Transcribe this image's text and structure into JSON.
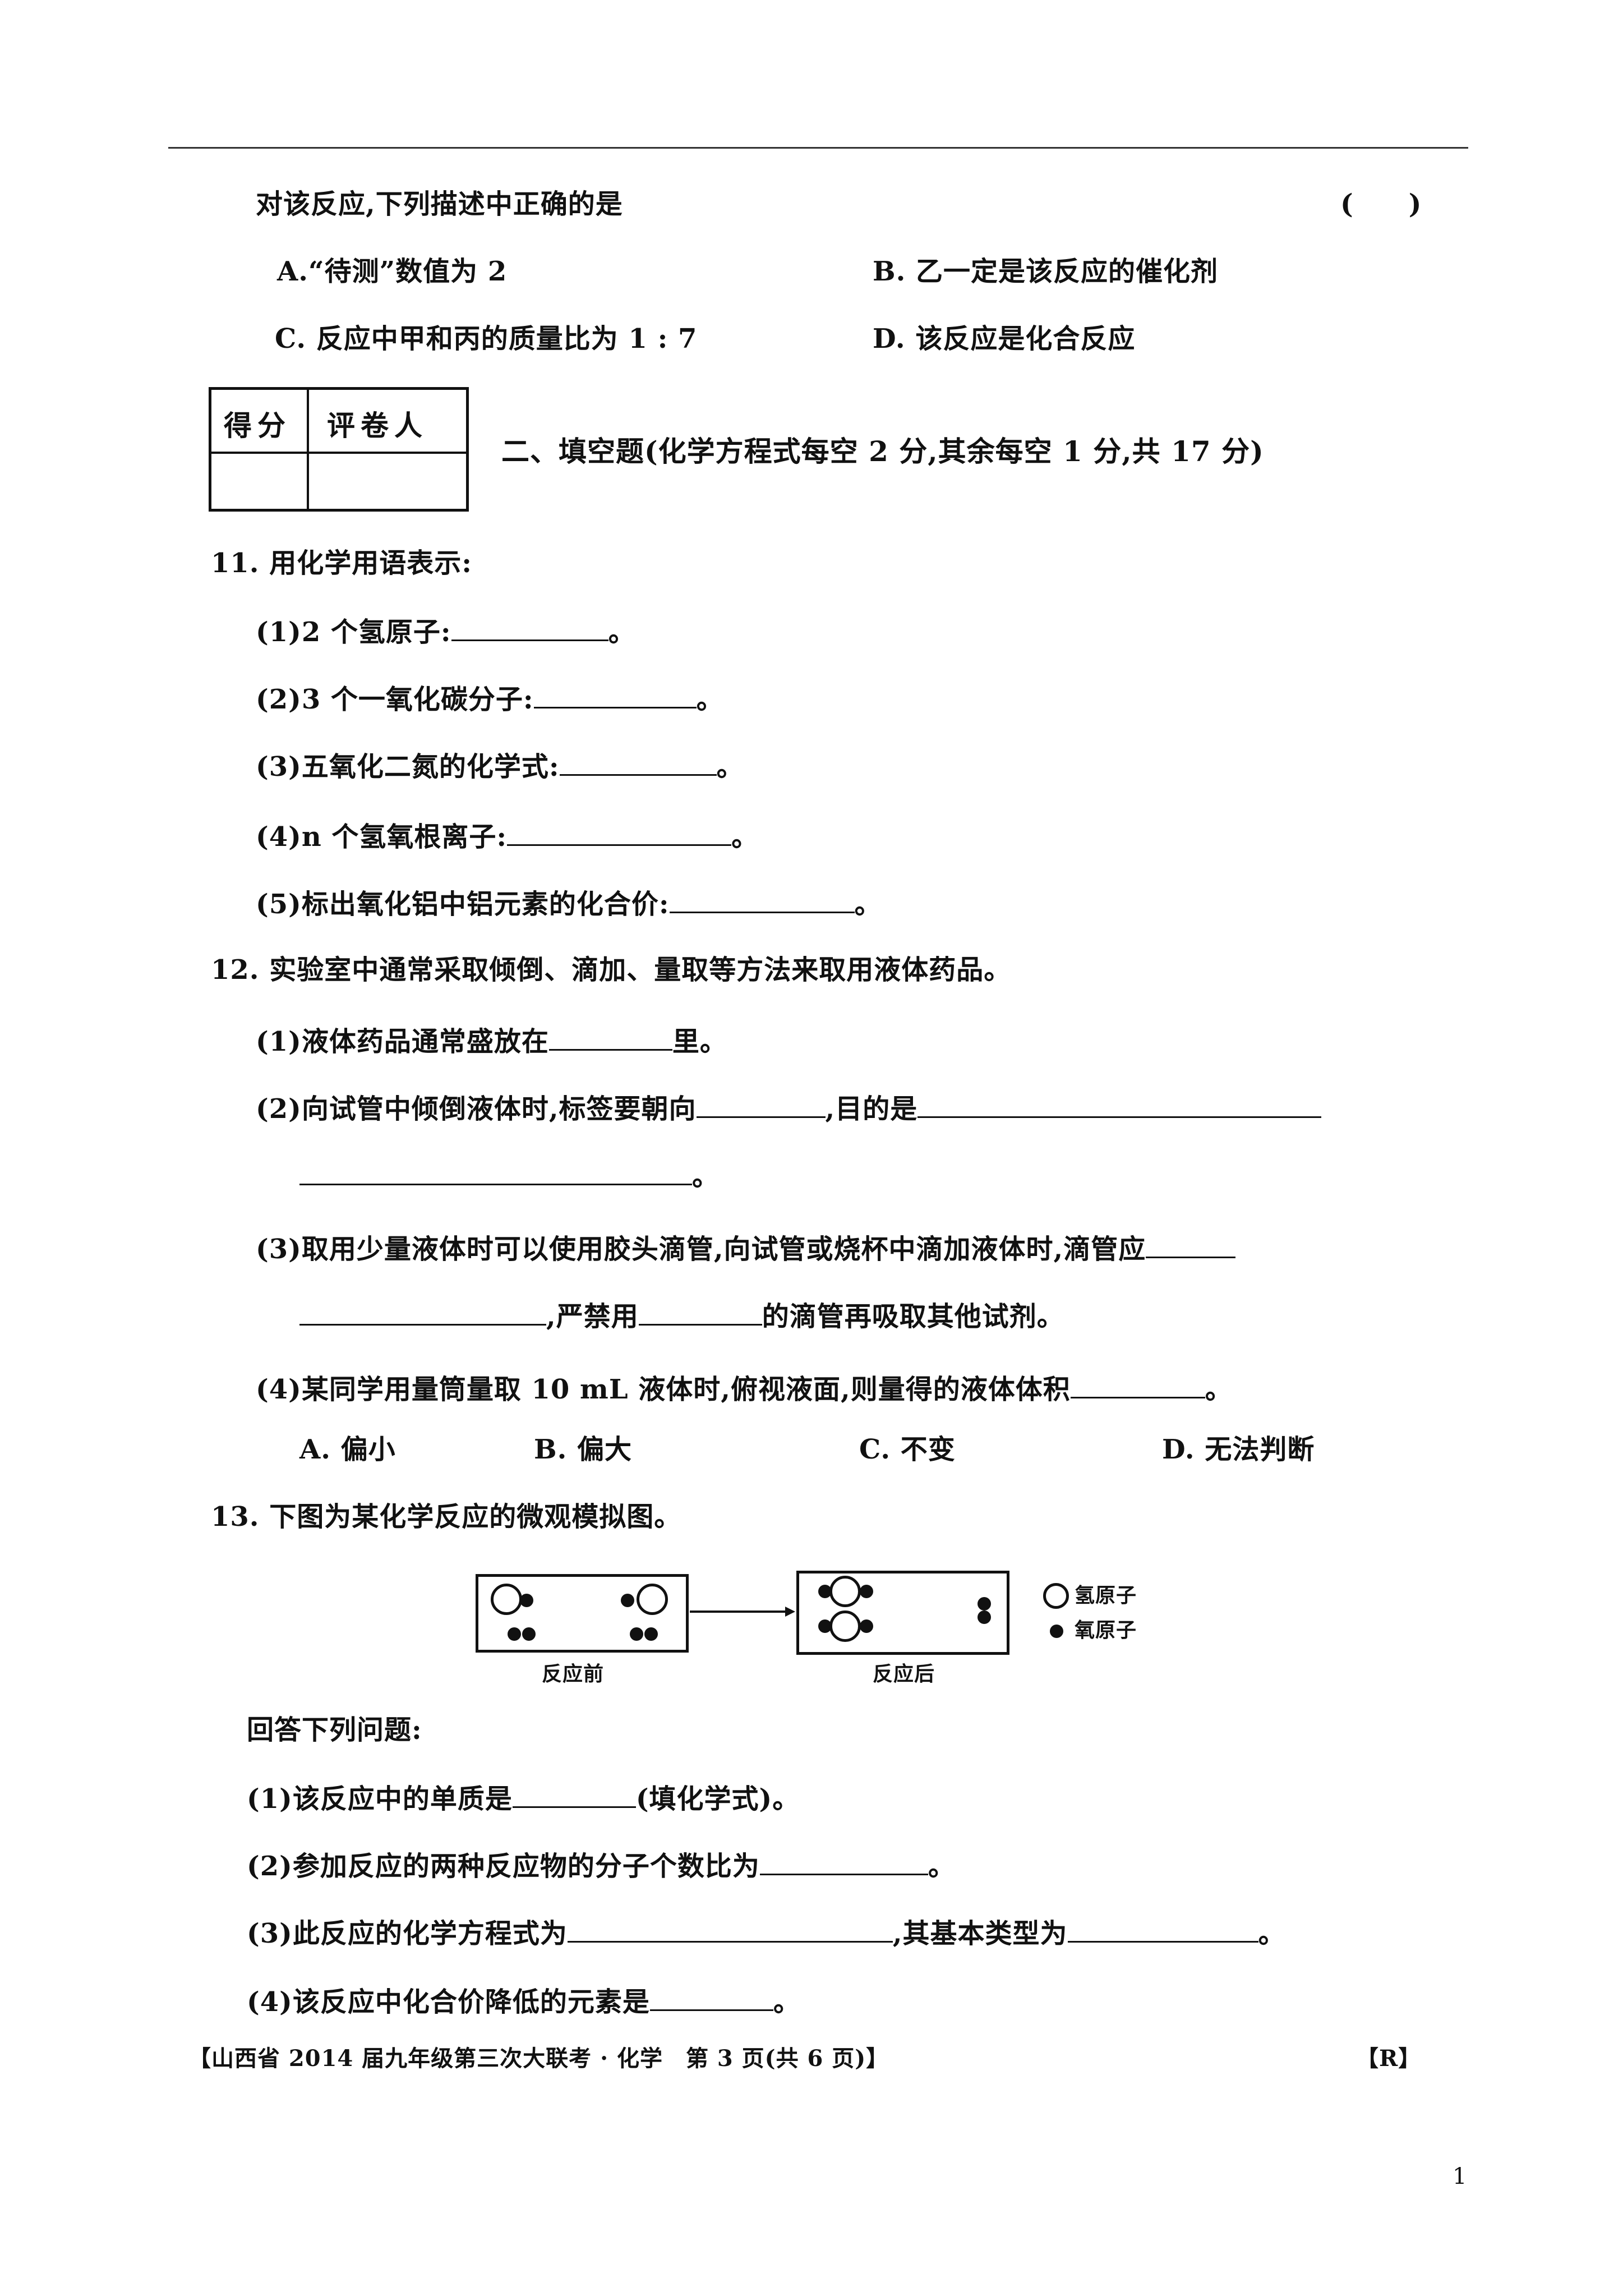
{
  "q10": {
    "stem": "对该反应,下列描述中正确的是",
    "paren": "(　　)",
    "options": [
      "A.“待测”数值为 2",
      "B. 乙一定是该反应的催化剂",
      "C. 反应中甲和丙的质量比为 1 : 7",
      "D. 该反应是化合反应"
    ]
  },
  "score_table": {
    "col1": "得分",
    "col2": "评卷人"
  },
  "section2": {
    "title": "二、填空题(化学方程式每空 2 分,其余每空 1 分,共 17 分)"
  },
  "q11": {
    "stem": "11. 用化学用语表示:",
    "items": [
      "(1)2 个氢原子:",
      "(2)3 个一氧化碳分子:",
      "(3)五氧化二氮的化学式:",
      "(4)n 个氢氧根离子:",
      "(5)标出氧化铝中铝元素的化合价:"
    ]
  },
  "q12": {
    "stem": "12. 实验室中通常采取倾倒、滴加、量取等方法来取用液体药品。",
    "p1_a": "(1)液体药品通常盛放在",
    "p1_b": "里。",
    "p2_a": "(2)向试管中倾倒液体时,标签要朝向",
    "p2_b": ",目的是",
    "p3_a": "(3)取用少量液体时可以使用胶头滴管,向试管或烧杯中滴加液体时,滴管应",
    "p3_b": ",严禁用",
    "p3_c": "的滴管再吸取其他试剂。",
    "p4": "(4)某同学用量筒量取 10 mL 液体时,俯视液面,则量得的液体体积",
    "options": [
      "A. 偏小",
      "B. 偏大",
      "C. 不变",
      "D. 无法判断"
    ]
  },
  "q13": {
    "stem": "13. 下图为某化学反应的微观模拟图。",
    "label_before": "反应前",
    "label_after": "反应后",
    "legend_h": "氢原子",
    "legend_o": "氧原子",
    "answer_intro": "回答下列问题:",
    "p1_a": "(1)该反应中的单质是",
    "p1_b": "(填化学式)。",
    "p2": "(2)参加反应的两种反应物的分子个数比为",
    "p3_a": "(3)此反应的化学方程式为",
    "p3_b": ",其基本类型为",
    "p4": "(4)该反应中化合价降低的元素是"
  },
  "footer": {
    "left": "【山西省 2014 届九年级第三次大联考 · 化学　第 3 页(共 6 页)】",
    "right": "【R】"
  },
  "page_number": "1",
  "punct": {
    "period": "。"
  }
}
